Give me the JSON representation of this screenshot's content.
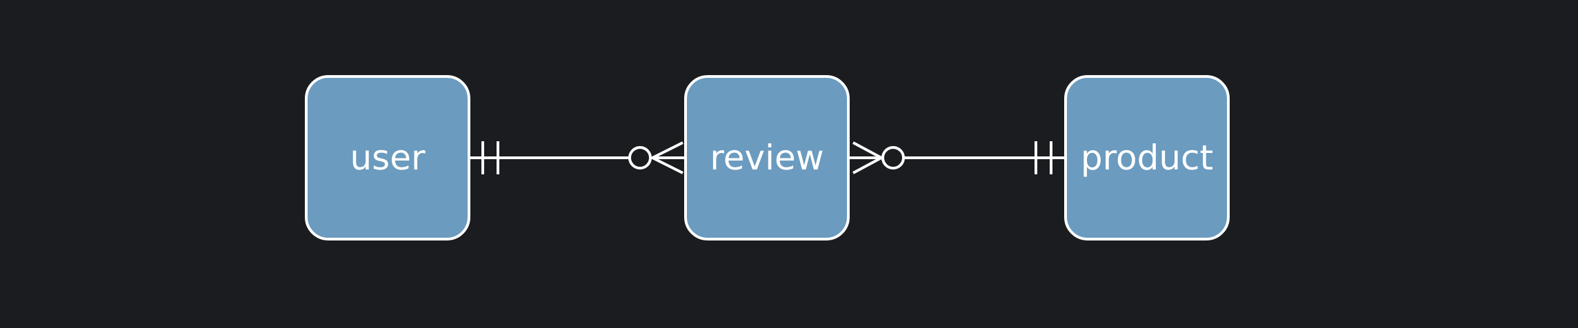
{
  "diagram": {
    "entities": {
      "user": {
        "label": "user"
      },
      "review": {
        "label": "review"
      },
      "product": {
        "label": "product"
      }
    },
    "relationships": [
      {
        "from": "user",
        "to": "review",
        "from_cardinality": "exactly-one",
        "to_cardinality": "zero-or-many"
      },
      {
        "from": "review",
        "to": "product",
        "from_cardinality": "zero-or-many",
        "to_cardinality": "exactly-one"
      }
    ]
  },
  "colors": {
    "background": "#1a1c20",
    "entity_fill": "#6b9bbf",
    "stroke": "#ffffff",
    "text": "#ffffff"
  }
}
